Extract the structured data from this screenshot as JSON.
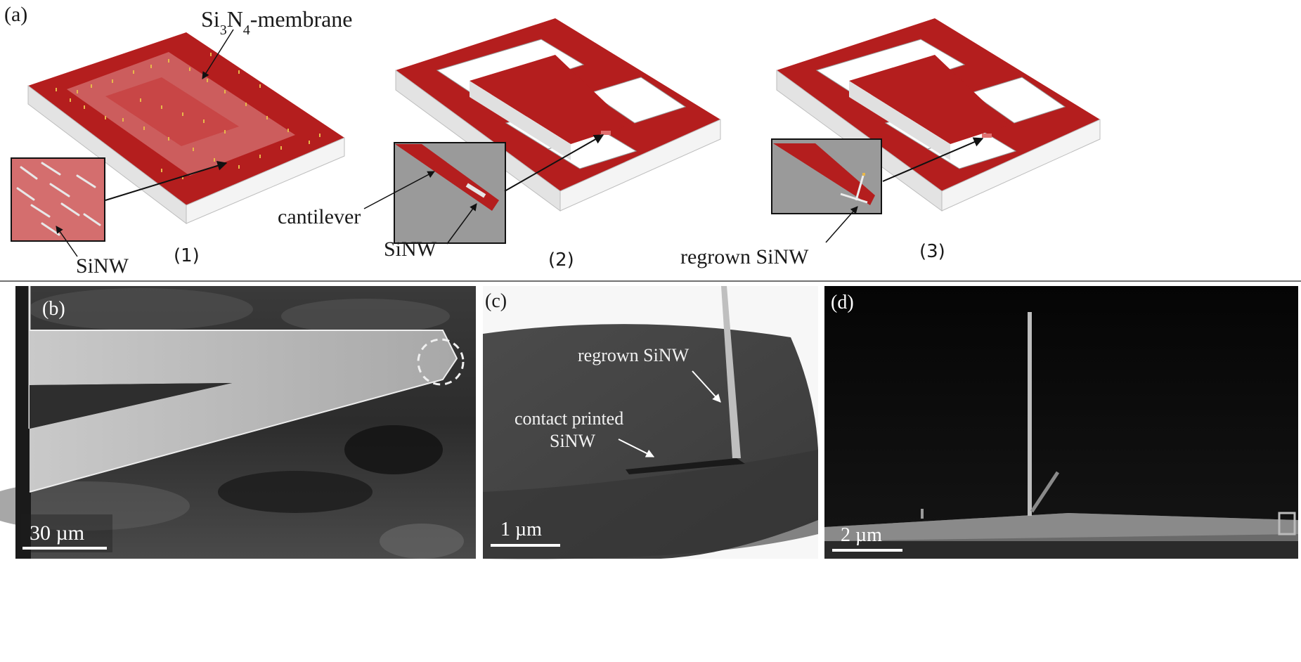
{
  "labels": {
    "panel_a": "(a)",
    "membrane": "Si",
    "membrane_sub3": "3",
    "membrane_N": "N",
    "membrane_sub4": "4",
    "membrane_rest": "-membrane",
    "sinw_1": "SiNW",
    "step_1": "(1)",
    "cantilever": "cantilever",
    "sinw_2": "SiNW",
    "step_2": "(2)",
    "regrown_sinw_a": "regrown SiNW",
    "step_3": "(3)",
    "panel_b": "(b)",
    "scale_b": "30 µm",
    "panel_c": "(c)",
    "regrown_sinw_c": "regrown SiNW",
    "contact_printed_1": "contact printed",
    "contact_printed_2": "SiNW",
    "scale_c": "1 µm",
    "panel_d": "(d)",
    "scale_d": "2 µm"
  },
  "colors": {
    "substrate_red": "#b41e1e",
    "substrate_side": "#e3e3e3",
    "inset_gray": "#9a9a9a",
    "membrane_pink": "#d98080"
  }
}
